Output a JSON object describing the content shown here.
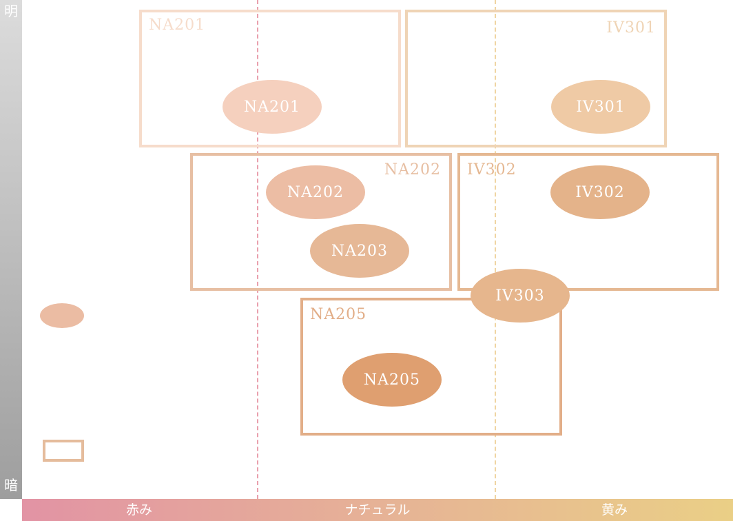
{
  "axes": {
    "top_label": "明",
    "bottom_label": "暗",
    "left_label": "赤み",
    "center_label": "ナチュラル",
    "right_label": "黄み"
  },
  "colors": {
    "na201_box": "#f6dccb",
    "iv301_box": "#efd4b5",
    "na202_box": "#e7bfa3",
    "iv302_box": "#e5b892",
    "na205_box": "#e2ae88",
    "na201_fill": "#f5d0be",
    "iv301_fill": "#efcaa5",
    "na202_fill": "#ecbda4",
    "na203_fill": "#e6b896",
    "iv302_fill": "#e4b38a",
    "iv303_fill": "#e6b68d",
    "na205_fill": "#df9f70",
    "legend_fill": "#ebbca3",
    "legend_border": "#e5bc9c",
    "guide_red": "#e9a0ad",
    "guide_yellow": "#efd5a3"
  },
  "groups": [
    {
      "id": "na201",
      "label": "NA201"
    },
    {
      "id": "iv301",
      "label": "IV301"
    },
    {
      "id": "na202",
      "label": "NA202"
    },
    {
      "id": "iv302",
      "label": "IV302"
    },
    {
      "id": "na205",
      "label": "NA205"
    }
  ],
  "shades": [
    {
      "id": "na201",
      "label": "NA201"
    },
    {
      "id": "iv301",
      "label": "IV301"
    },
    {
      "id": "na202",
      "label": "NA202"
    },
    {
      "id": "iv302",
      "label": "IV302"
    },
    {
      "id": "na203",
      "label": "NA203"
    },
    {
      "id": "iv303",
      "label": "IV303"
    },
    {
      "id": "na205",
      "label": "NA205"
    }
  ]
}
